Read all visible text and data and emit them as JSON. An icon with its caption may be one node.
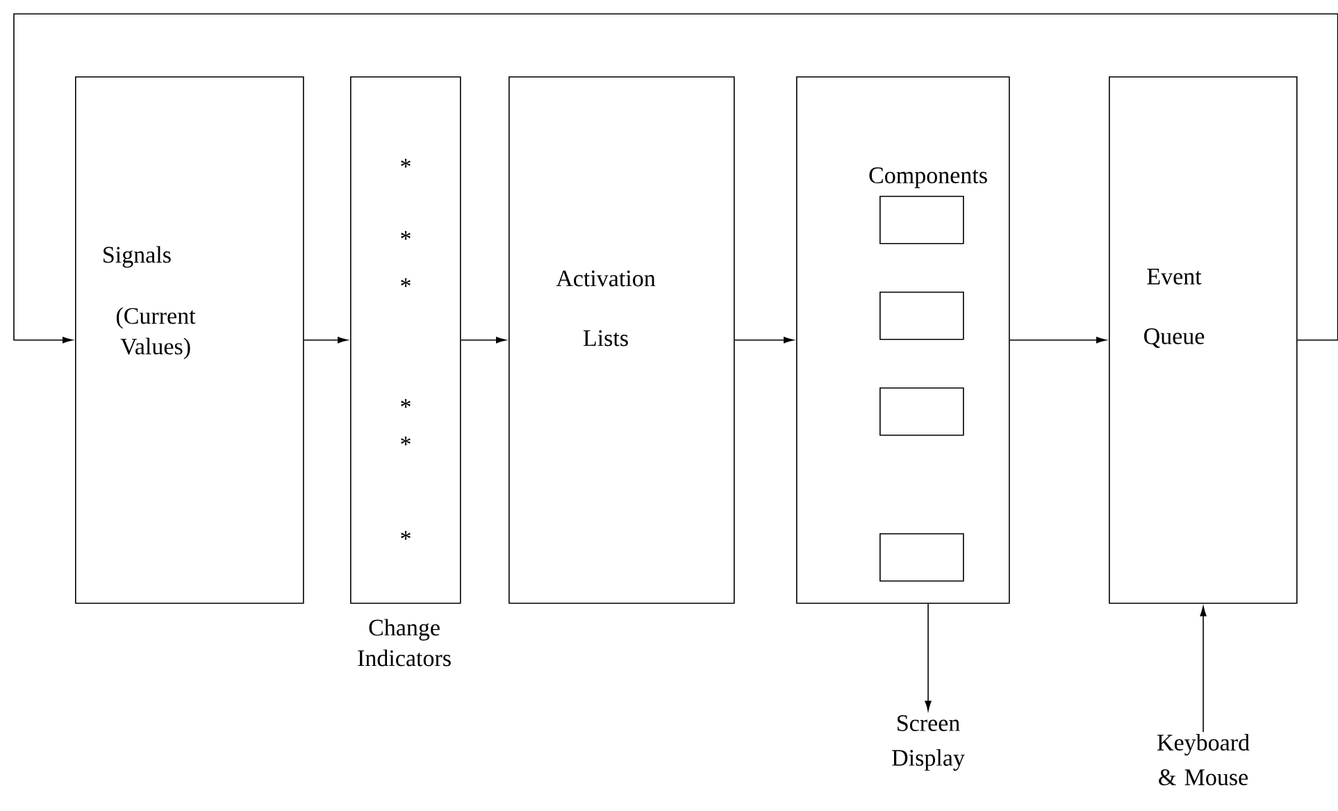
{
  "diagram": {
    "nodes": [
      {
        "text": [
          "Signals",
          "(Current Values)"
        ]
      },
      {
        "text": [
          "*",
          "*",
          "*",
          "*",
          "*",
          "*"
        ],
        "beside": [
          "Change Indicators"
        ]
      },
      {
        "text": [
          "Activation Lists"
        ]
      },
      {
        "text": [
          "Components"
        ]
      },
      {
        "text": [],
        "shape": "box",
        "in": 3
      },
      {
        "text": [],
        "shape": "box",
        "in": 3
      },
      {
        "text": [],
        "shape": "box",
        "in": 3
      },
      {
        "text": [],
        "shape": "box",
        "in": 3
      },
      {
        "text": [
          "Event Queue"
        ]
      },
      {
        "text": [
          "Screen Display"
        ]
      },
      {
        "text": [
          "Keyboard & Mouse"
        ]
      }
    ],
    "edges": [
      {
        "from": 0,
        "to": 1,
        "arrow": "to"
      },
      {
        "from": 1,
        "to": 2,
        "arrow": "to"
      },
      {
        "from": 2,
        "to": 3,
        "arrow": "to"
      },
      {
        "from": 3,
        "to": 8,
        "arrow": "to"
      },
      {
        "from": 3,
        "to": 9,
        "arrow": "to"
      },
      {
        "from": 10,
        "to": 8,
        "arrow": "to"
      },
      {
        "from": 8,
        "to": 0,
        "arrow": "to"
      }
    ]
  }
}
